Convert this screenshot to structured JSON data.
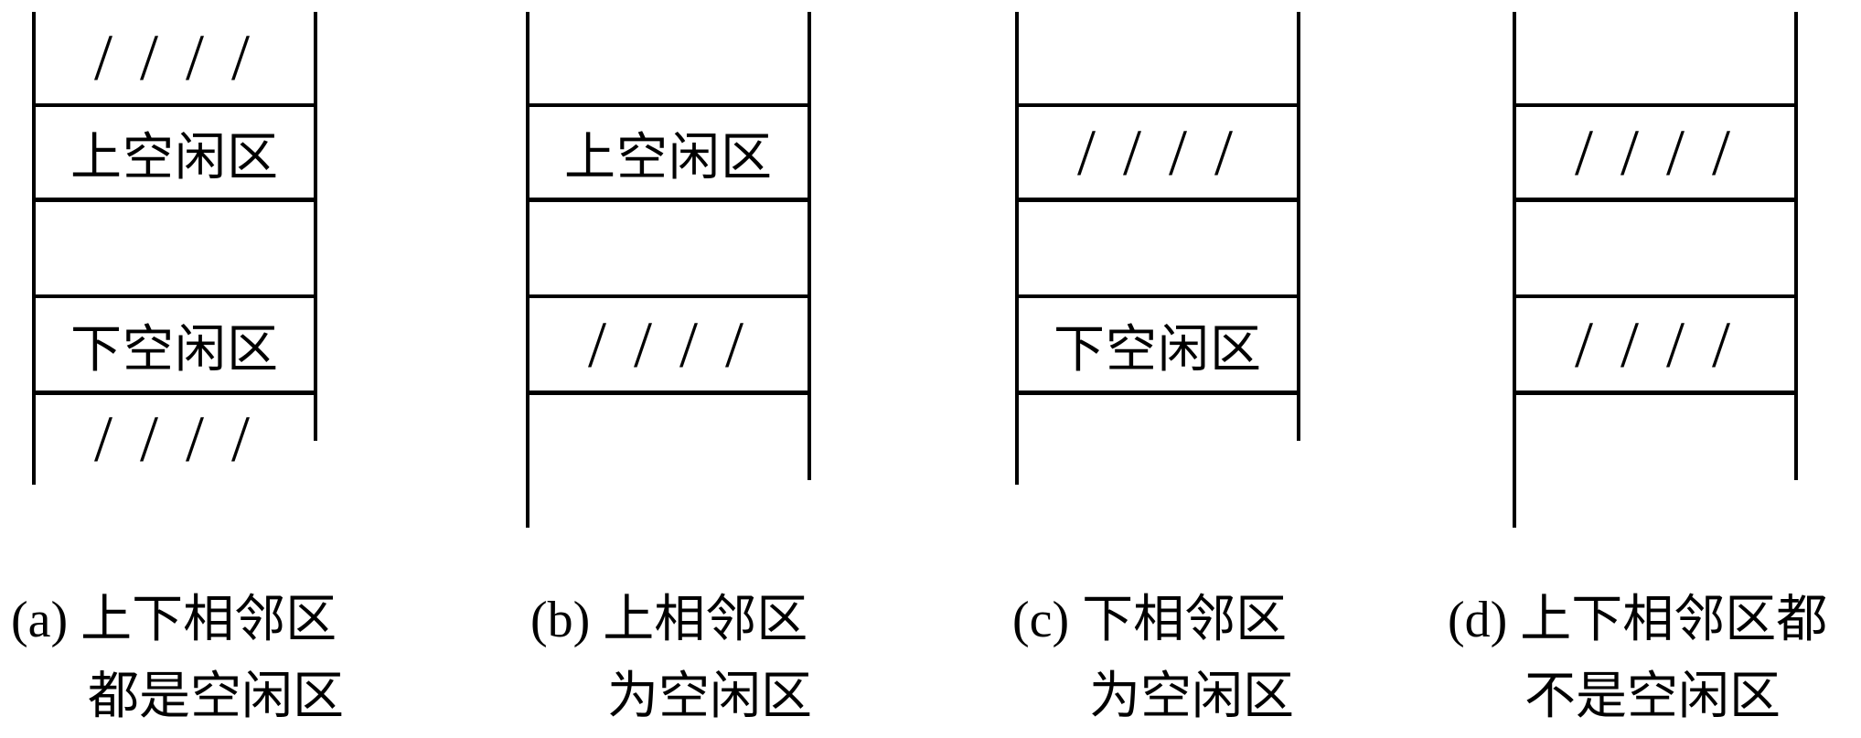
{
  "figure": {
    "description": "内存回收时相邻空闲区合并的四种情况示意图",
    "colors": {
      "ink": "#000000",
      "background": "#ffffff"
    },
    "panels": [
      {
        "id": "a",
        "caption": {
          "line1": "(a) 上下相邻区",
          "line2": "都是空闲区"
        },
        "rows": [
          {
            "type": "hatch",
            "text": "/ / / /"
          },
          {
            "type": "label",
            "text": "上空闲区"
          },
          {
            "type": "empty",
            "text": ""
          },
          {
            "type": "label",
            "text": "下空闲区"
          },
          {
            "type": "hatch",
            "text": "/ / / /"
          }
        ]
      },
      {
        "id": "b",
        "caption": {
          "line1": "(b) 上相邻区",
          "line2": "为空闲区"
        },
        "rows": [
          {
            "type": "empty",
            "text": ""
          },
          {
            "type": "label",
            "text": "上空闲区"
          },
          {
            "type": "empty",
            "text": ""
          },
          {
            "type": "hatch",
            "text": "/ / / /"
          },
          {
            "type": "empty",
            "text": ""
          }
        ]
      },
      {
        "id": "c",
        "caption": {
          "line1": "(c) 下相邻区",
          "line2": "为空闲区"
        },
        "rows": [
          {
            "type": "empty",
            "text": ""
          },
          {
            "type": "hatch",
            "text": "/ / / /"
          },
          {
            "type": "empty",
            "text": ""
          },
          {
            "type": "label",
            "text": "下空闲区"
          },
          {
            "type": "empty",
            "text": ""
          }
        ]
      },
      {
        "id": "d",
        "caption": {
          "line1": "(d) 上下相邻区都",
          "line2": "不是空闲区"
        },
        "rows": [
          {
            "type": "empty",
            "text": ""
          },
          {
            "type": "hatch",
            "text": "/ / / /"
          },
          {
            "type": "empty",
            "text": ""
          },
          {
            "type": "hatch",
            "text": "/ / / /"
          },
          {
            "type": "empty",
            "text": ""
          }
        ]
      }
    ]
  }
}
